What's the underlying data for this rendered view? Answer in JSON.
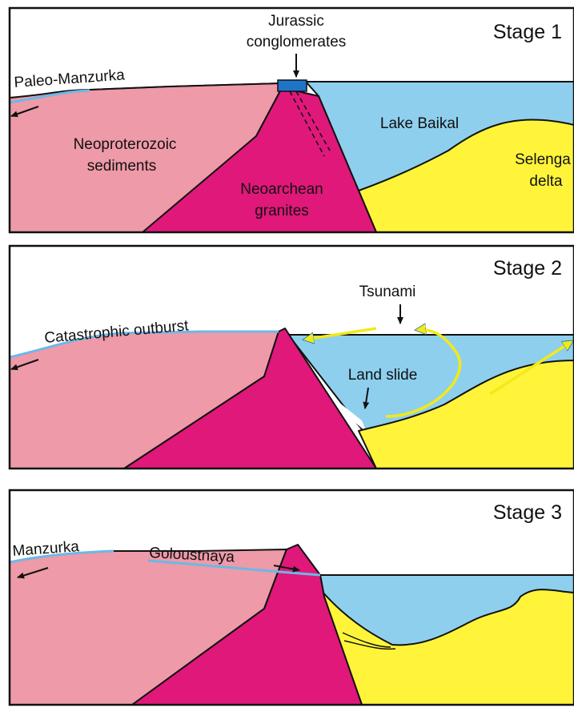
{
  "colors": {
    "neoproterozoic": "#EE9AA8",
    "neoarchean": "#E0187A",
    "lake": "#8ECFEE",
    "delta": "#FFF43A",
    "conglomerate": "#1F74C8",
    "river": "#6CB8E6",
    "wave_arrow": "#F2EA18"
  },
  "stage1": {
    "title": "Stage 1",
    "labels": {
      "jurassic_1": "Jurassic",
      "jurassic_2": "conglomerates",
      "paleo_manzurka": "Paleo-Manzurka",
      "lake_baikal": "Lake Baikal",
      "neoproterozoic_1": "Neoproterozoic",
      "neoproterozoic_2": "sediments",
      "selenga_1": "Selenga",
      "selenga_2": "delta",
      "neoarchean_1": "Neoarchean",
      "neoarchean_2": "granites"
    }
  },
  "stage2": {
    "title": "Stage 2",
    "labels": {
      "tsunami": "Tsunami",
      "catastrophic_outburst": "Catastrophic outburst",
      "land_slide": "Land slide"
    }
  },
  "stage3": {
    "title": "Stage 3",
    "labels": {
      "manzurka": "Manzurka",
      "goloustnaya": "Goloustnaya"
    }
  }
}
